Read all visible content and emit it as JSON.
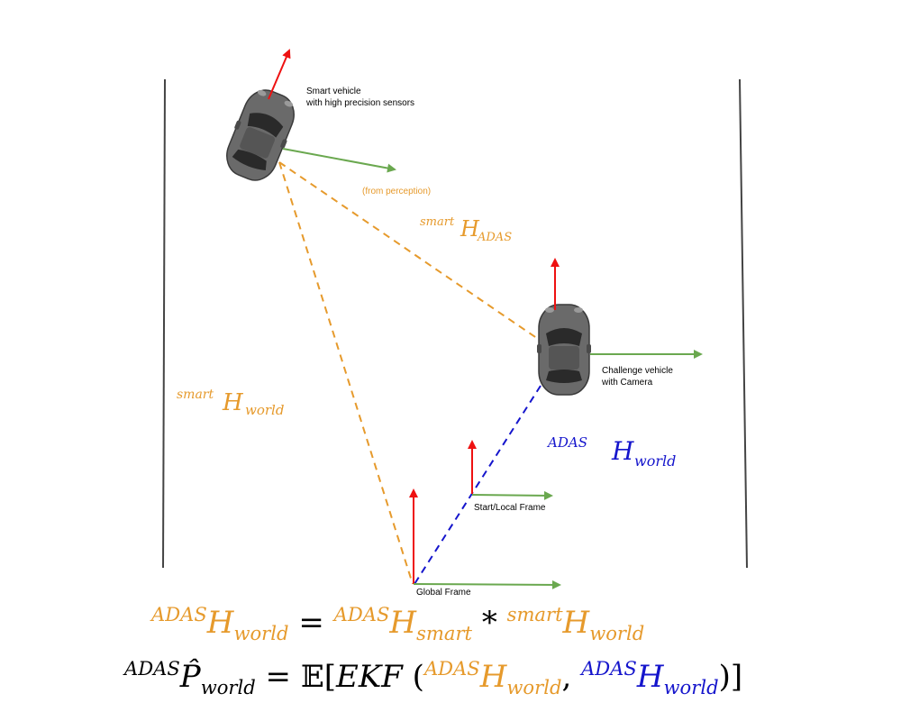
{
  "colors": {
    "orange": "#e69a2c",
    "blue": "#1515cc",
    "red": "#ee1111",
    "green": "#6aa84f",
    "car_body": "#6a6a6a",
    "car_glass": "#2a2a2a",
    "road": "#444444"
  },
  "labels": {
    "smart_vehicle_line1": "Smart vehicle",
    "smart_vehicle_line2": "with high precision sensors",
    "challenge_vehicle_line1": "Challenge vehicle",
    "challenge_vehicle_line2": "with Camera",
    "from_perception": "(from perception)",
    "start_local_frame": "Start/Local Frame",
    "global_frame": "Global Frame"
  },
  "math": {
    "smart_H_adas": {
      "sup": "smart",
      "base": "H",
      "sub": "ADAS"
    },
    "smart_H_world": {
      "sup": "smart",
      "base": "H",
      "sub": "world"
    },
    "adas_H_world": {
      "sup": "ADAS",
      "base": "H",
      "sub": "world"
    },
    "eq1": {
      "lhs_sup": "ADAS",
      "lhs_base": "H",
      "lhs_sub": "world",
      "equals": "=",
      "t1_sup": "ADAS",
      "t1_base": "H",
      "t1_sub": "smart",
      "times": "*",
      "t2_sup": "smart",
      "t2_base": "H",
      "t2_sub": "world"
    },
    "eq2": {
      "lhs_sup": "ADAS",
      "lhs_base": "P̂",
      "lhs_sub": "world",
      "equals": "=",
      "expect": "𝔼",
      "lbracket": "[",
      "ekf": "EKF",
      "lparen": "(",
      "a1_sup": "ADAS",
      "a1_base": "H",
      "a1_sub": "world",
      "comma": ",",
      "a2_sup": "ADAS",
      "a2_base": "H",
      "a2_sub": "world",
      "rparen": ")",
      "rbracket": "]"
    }
  }
}
